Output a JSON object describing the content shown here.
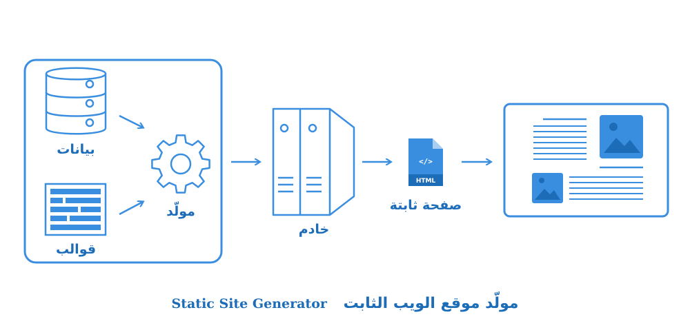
{
  "labels": {
    "data": "بيانات",
    "templates": "قوالب",
    "generator": "مولّد",
    "server": "خادم",
    "static_page": "صفحة ثابتة",
    "html_badge": "HTML",
    "code_badge": "</>"
  },
  "caption": {
    "arabic": "مولّد موقع الويب الثابت",
    "english": "Static Site Generator"
  },
  "colors": {
    "stroke": "#3a8ee0",
    "fill": "#3a8ee0",
    "text": "#1c6cb8",
    "background": "#ffffff"
  },
  "icons": [
    "database-icon",
    "template-icon",
    "gear-icon",
    "server-icon",
    "html-file-icon",
    "webpage-icon",
    "image-icon",
    "arrow-icon"
  ]
}
